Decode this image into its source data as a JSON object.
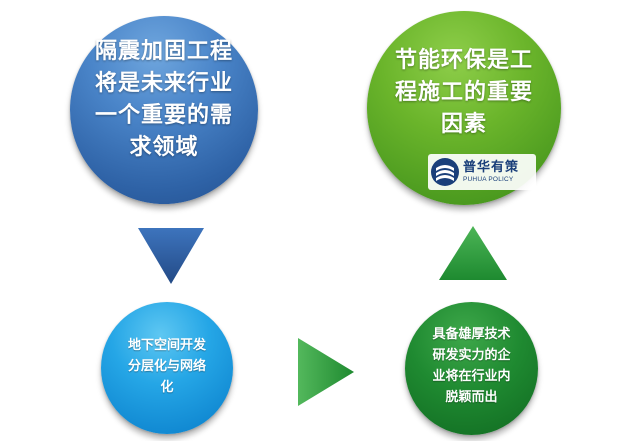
{
  "nodes": {
    "top_left": "隔震加固工程\n将是未来行业\n一个重要的需\n求领域",
    "top_right": "节能环保是工\n程施工的重要\n因素",
    "bottom_left": "地下空间开发\n分层化与网络\n化",
    "bottom_right": "具备雄厚技术\n研发实力的企\n业将在行业内\n脱颖而出"
  },
  "logo": {
    "name_cn": "普华有策",
    "name_en": "PUHUA POLICY"
  },
  "colors": {
    "top_left": "#3a70b5",
    "top_right": "#5ca926",
    "bottom_left": "#1796dc",
    "bottom_right": "#1a7f2c",
    "arrow_down": "#2d5a9e",
    "arrow_right": "#3aa54a",
    "arrow_up": "#35a048"
  },
  "flow": [
    "top_left",
    "bottom_left",
    "bottom_right",
    "top_right"
  ]
}
